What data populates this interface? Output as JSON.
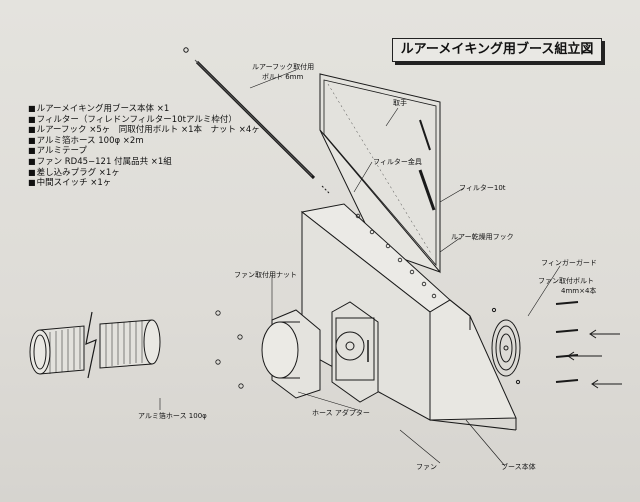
{
  "title": "ルアーメイキング用ブース組立図",
  "parts_list": [
    "ルアーメイキング用ブース本体 ×1",
    "フィルター（フィレドンフィルター10tアルミ枠付）",
    "ルアーフック ×5ヶ　同取付用ボルト ×1本　ナット ×4ヶ",
    "アルミ箔ホース 100φ ×2m",
    "アルミテープ",
    "ファン RD45−121 付属品共 ×1組",
    "差し込みプラグ ×1ヶ",
    "中間スイッチ ×1ヶ"
  ],
  "labels": {
    "hook_bolt_1": "ルアーフック取付用",
    "hook_bolt_2": "ボルト 6mm",
    "handle": "取手",
    "filter_bracket": "フィルター金具",
    "filter": "フィルター10t",
    "drying_hook": "ルアー乾燥用フック",
    "finger_guard": "フィンガーガード",
    "fan_bolt": "ファン取付ボルト",
    "fan_bolt_size": "4mm×4本",
    "fan_nut": "ファン取付用ナット",
    "hose": "アルミ箔ホース 100φ",
    "hose_adapter": "ホース アダプター",
    "fan": "ファン",
    "booth_body": "ブース本体"
  }
}
